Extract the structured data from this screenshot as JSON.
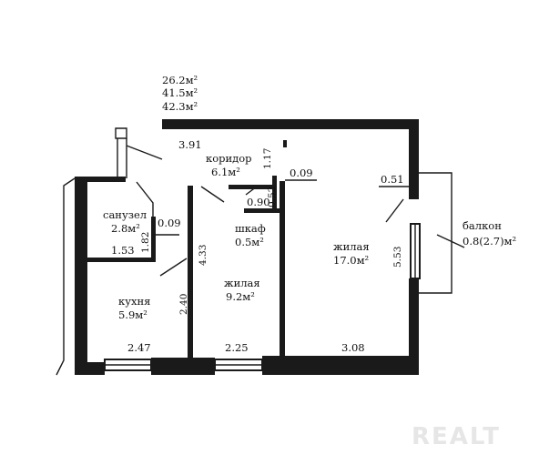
{
  "areas": {
    "living": "26.2м²",
    "total": "41.5м²",
    "total_with_balcony": "42.3м²"
  },
  "rooms": {
    "corridor": {
      "name": "коридор",
      "area": "6.1м²"
    },
    "bathroom": {
      "name": "санузел",
      "area": "2.8м²"
    },
    "closet": {
      "name": "шкаф",
      "area": "0.5м²"
    },
    "kitchen": {
      "name": "кухня",
      "area": "5.9м²"
    },
    "living_small": {
      "name": "жилая",
      "area": "9.2м²"
    },
    "living_large": {
      "name": "жилая",
      "area": "17.0м²"
    },
    "balcony": {
      "name": "балкон",
      "area": "0.8(2.7)м²"
    }
  },
  "dimensions": {
    "corridor_width": "3.91",
    "corridor_depth": "1.17",
    "partition_a": "0.09",
    "partition_b": "0.09",
    "closet_width": "0.90",
    "closet_depth": "0.52",
    "bathroom_height": "1.82",
    "bathroom_width": "1.53",
    "small_room_height": "4.33",
    "kitchen_height": "2.40",
    "large_room_height": "5.53",
    "window_jamb": "0.51",
    "kitchen_width": "2.47",
    "small_room_width": "2.25",
    "large_room_width": "3.08"
  },
  "watermark": "REALT"
}
